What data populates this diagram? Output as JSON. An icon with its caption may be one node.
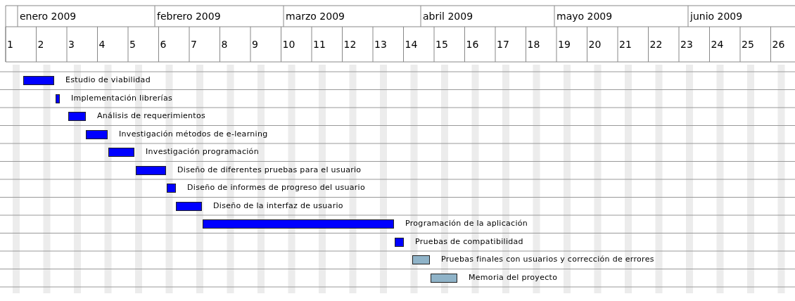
{
  "diagram": {
    "nodes": [
      {
        "text": [],
        "shape": "bar",
        "beside": [
          "Estudio de viabilidad"
        ]
      },
      {
        "text": [],
        "shape": "bar",
        "beside": [
          "Implementación librerías"
        ]
      },
      {
        "text": [],
        "shape": "bar",
        "beside": [
          "Análisis de requerimientos"
        ]
      },
      {
        "text": [],
        "shape": "bar",
        "beside": [
          "Investigación métodos de e-learning"
        ]
      },
      {
        "text": [],
        "shape": "bar",
        "beside": [
          "Investigación programación"
        ]
      },
      {
        "text": [],
        "shape": "bar",
        "beside": [
          "Diseño de diferentes pruebas para el usuario"
        ]
      },
      {
        "text": [],
        "shape": "bar",
        "beside": [
          "Diseño de informes de progreso del usuario"
        ]
      },
      {
        "text": [],
        "shape": "bar",
        "beside": [
          "Diseño de la interfaz de usuario"
        ]
      },
      {
        "text": [],
        "shape": "bar",
        "beside": [
          "Programación de la aplicación"
        ]
      },
      {
        "text": [],
        "shape": "bar",
        "beside": [
          "Pruebas de compatibilidad"
        ]
      },
      {
        "text": [],
        "shape": "bar",
        "beside": [
          "Pruebas finales con usuarios y corrección de errores"
        ]
      },
      {
        "text": [],
        "shape": "bar",
        "beside": [
          "Memoria del proyecto"
        ]
      }
    ],
    "labels": [
      "enero 2009",
      "febrero 2009",
      "marzo 2009",
      "abril 2009",
      "mayo 2009",
      "junio 2009",
      "1",
      "2",
      "3",
      "4",
      "5",
      "6",
      "7",
      "8",
      "9",
      "10",
      "11",
      "12",
      "13",
      "14",
      "15",
      "16",
      "17",
      "18",
      "19",
      "20",
      "21",
      "22",
      "23",
      "24",
      "25",
      "26"
    ]
  }
}
